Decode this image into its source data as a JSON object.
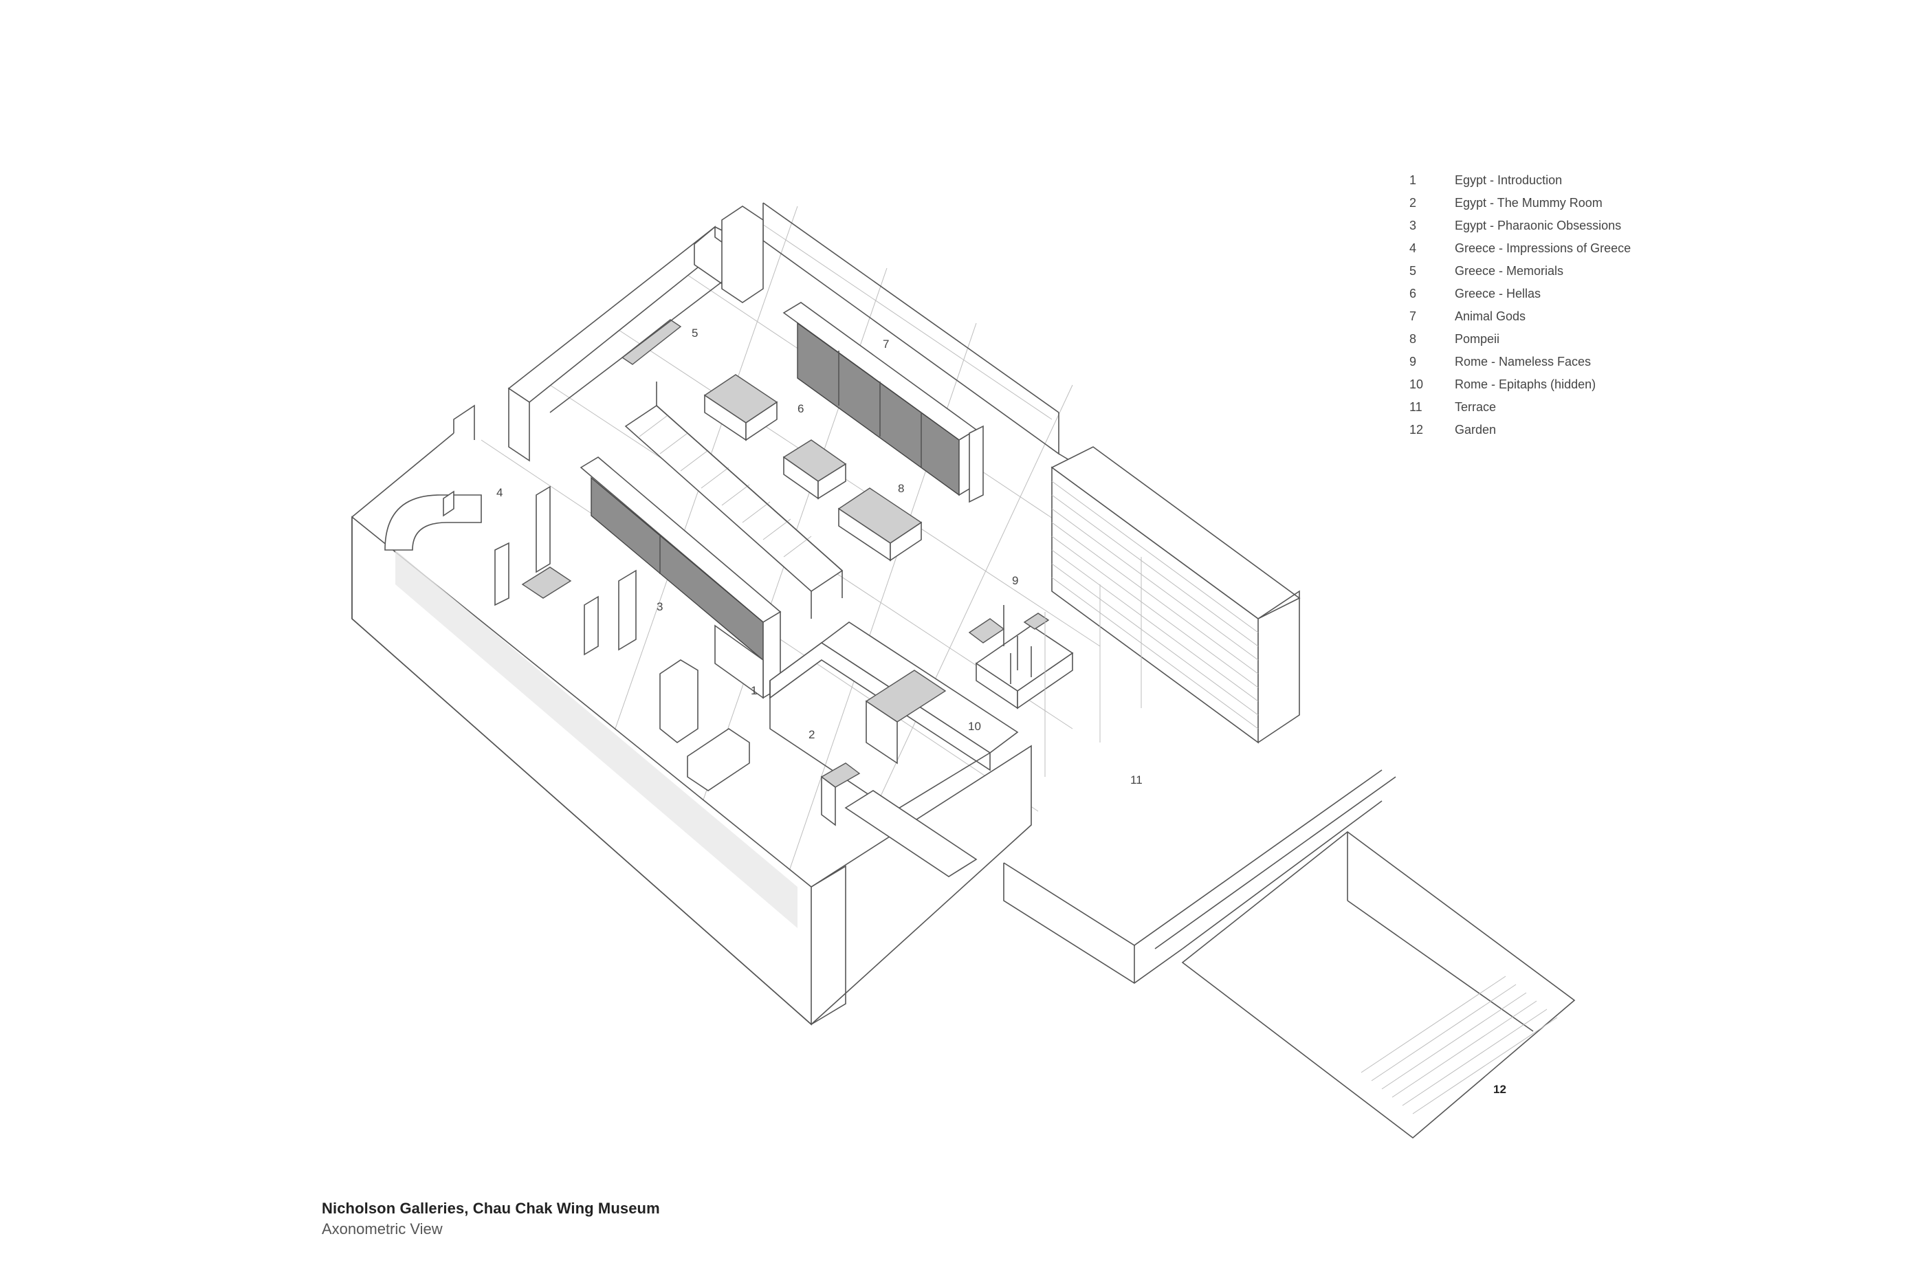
{
  "legend": [
    {
      "num": "1",
      "label": "Egypt - Introduction"
    },
    {
      "num": "2",
      "label": "Egypt - The Mummy Room"
    },
    {
      "num": "3",
      "label": "Egypt - Pharaonic Obsessions"
    },
    {
      "num": "4",
      "label": "Greece - Impressions of Greece"
    },
    {
      "num": "5",
      "label": "Greece - Memorials"
    },
    {
      "num": "6",
      "label": "Greece - Hellas"
    },
    {
      "num": "7",
      "label": "Animal Gods"
    },
    {
      "num": "8",
      "label": "Pompeii"
    },
    {
      "num": "9",
      "label": "Rome - Nameless Faces"
    },
    {
      "num": "10",
      "label": "Rome - Epitaphs (hidden)"
    },
    {
      "num": "11",
      "label": "Terrace"
    },
    {
      "num": "12",
      "label": "Garden"
    }
  ],
  "room_numbers": [
    "1",
    "2",
    "3",
    "4",
    "5",
    "6",
    "7",
    "8",
    "9",
    "10",
    "11",
    "12"
  ],
  "caption": {
    "title": "Nicholson Galleries, Chau Chak Wing Museum",
    "subtitle": "Axonometric View"
  }
}
